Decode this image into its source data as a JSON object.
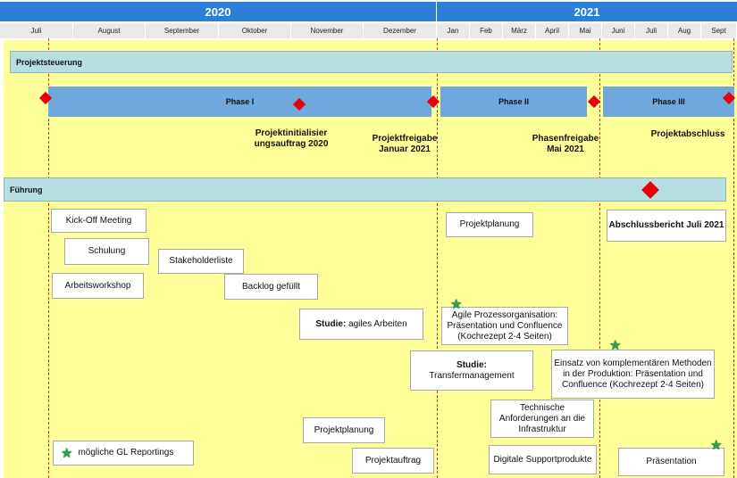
{
  "years": {
    "y2020": "2020",
    "y2021": "2021"
  },
  "months": [
    "Juli",
    "August",
    "September",
    "Oktober",
    "November",
    "Dezember",
    "Jan",
    "Feb",
    "März",
    "April",
    "Mai",
    "Juni",
    "Juli",
    "Aug",
    "Sept"
  ],
  "lanes": {
    "projektsteuerung": "Projektsteuerung",
    "fuehrung": "Führung"
  },
  "phases": {
    "p1": "Phase I",
    "p2": "Phase II",
    "p3": "Phase III"
  },
  "milestones": {
    "m1": "Projektinitialisier ungsauftrag 2020",
    "m2": "Projektfreigabe Januar 2021",
    "m3": "Phasenfreigabe Mai 2021",
    "m4": "Projektabschluss"
  },
  "tasks": {
    "kickoff": "Kick-Off Meeting",
    "schulung": "Schulung",
    "stakeholder": "Stakeholderliste",
    "arbeitsworkshop": "Arbeitsworkshop",
    "backlog": "Backlog gefüllt",
    "studie1_bold": "Studie:",
    "studie1_rest": "agiles Arbeiten",
    "projektplanung1": "Projektplanung",
    "projektauftrag": "Projektauftrag",
    "projektplanung2": "Projektplanung",
    "agile": "Agile Prozessorganisation: Präsentation und Confluence (Kochrezept 2-4 Seiten)",
    "studie2_bold": "Studie:",
    "studie2_rest": "Transfermanagement",
    "einsatz": "Einsatz von komplementären Methoden in der Produktion: Präsentation und Confluence (Kochrezept 2-4 Seiten)",
    "technische": "Technische Anforderungen an die Infrastruktur",
    "digitale": "Digitale Supportprodukte",
    "abschluss": "Abschlussbericht Juli 2021",
    "praesentation": "Präsentation"
  },
  "legend": {
    "label": "mögliche GL Reportings",
    "icon": "star-icon"
  },
  "colors": {
    "header": "#2b7fd9",
    "canvas": "#ffff99",
    "lane": "#b7dfe1",
    "phase": "#6fa8dc",
    "milestone": "#e8000b",
    "star": "#2ca24a"
  }
}
